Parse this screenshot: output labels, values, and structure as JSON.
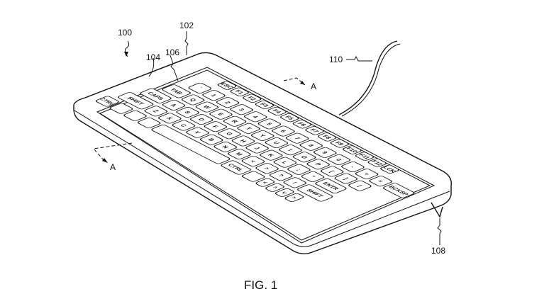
{
  "figure": {
    "caption": "FIG. 1",
    "refs": {
      "r100": "100",
      "r102": "102",
      "r104": "104",
      "r106": "106",
      "r108": "108",
      "r110": "110",
      "section_a1": "A",
      "section_a2": "A"
    },
    "keyboard_rows": [
      [
        "ESC",
        "F1",
        "F2",
        "F3",
        "F4",
        "F5",
        "F6",
        "F7",
        "F8",
        "F9",
        "F10",
        "F11",
        "F12",
        "LCK"
      ],
      [
        "`",
        "1",
        "2",
        "3",
        "4",
        "5",
        "6",
        "7",
        "8",
        "9",
        "0",
        "-",
        "+",
        "=",
        "BCKSP"
      ],
      [
        "TAB",
        "Q",
        "W",
        "E",
        "R",
        "T",
        "Y",
        "U",
        "I",
        "O",
        "P",
        "[",
        "]",
        "|"
      ],
      [
        "CAPS",
        "A",
        "S",
        "D",
        "F",
        "G",
        "H",
        "J",
        "K",
        "L",
        ";",
        "\"",
        "ENTR"
      ],
      [
        "SHIFT",
        "Z",
        "X",
        "C",
        "V",
        "B",
        "N",
        "M",
        "<",
        ">",
        "?",
        "/",
        "SHIFT"
      ],
      [
        "CTRL",
        "",
        "",
        "",
        "",
        "CTRL",
        "",
        "<",
        "^",
        "v",
        ">"
      ]
    ]
  }
}
